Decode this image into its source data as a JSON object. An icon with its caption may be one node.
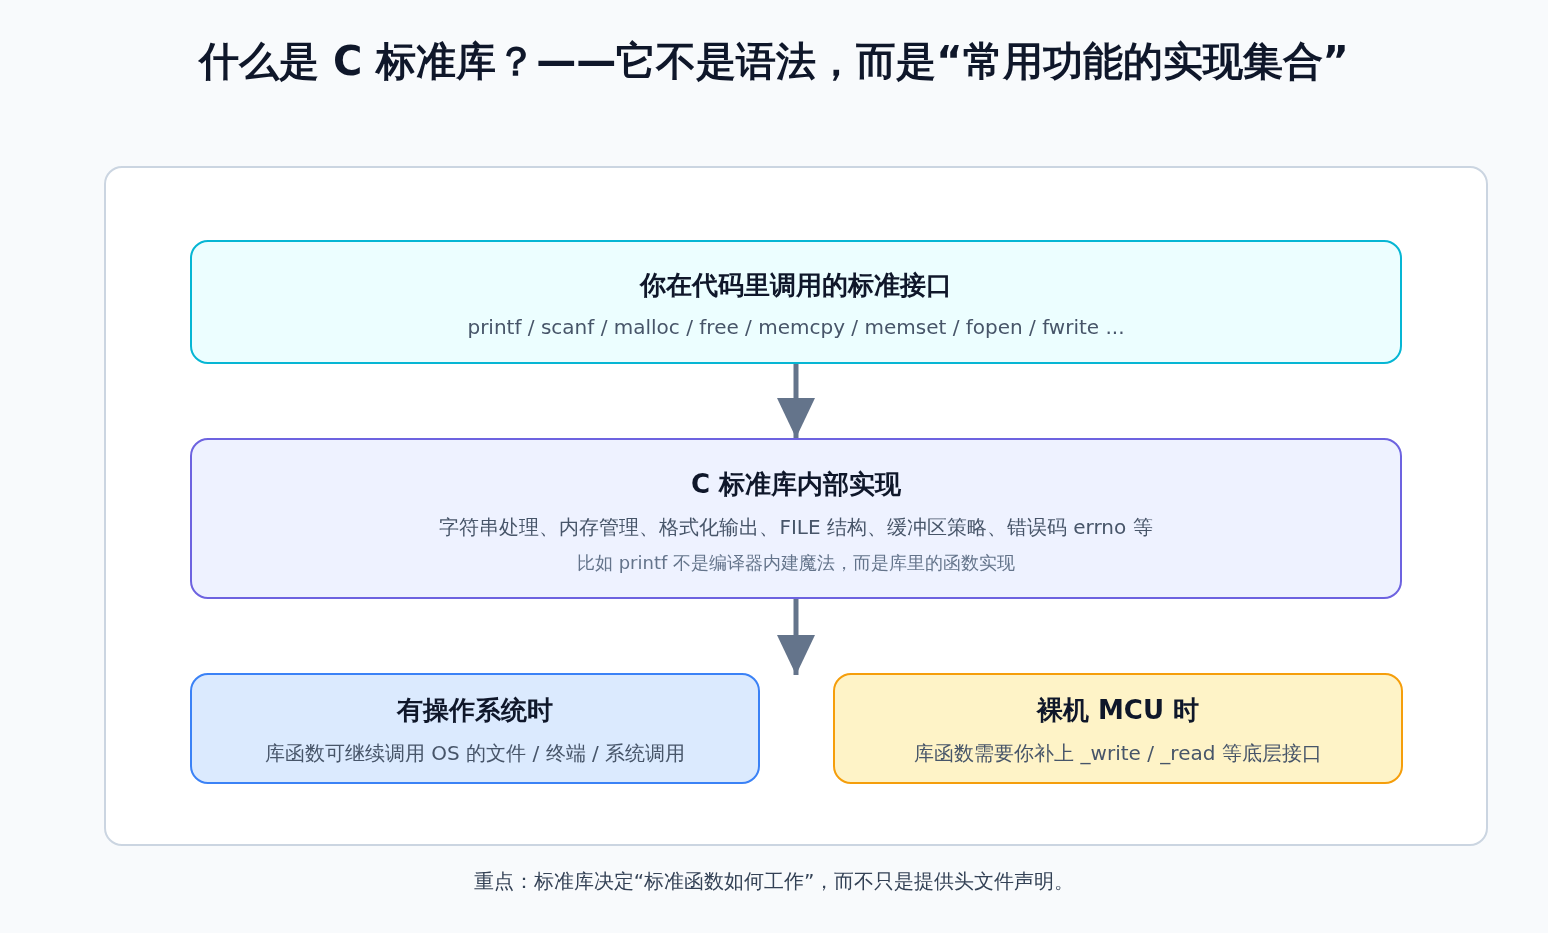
{
  "diagram": {
    "title": "什么是 C 标准库？——它不是语法，而是“常用功能的实现集合”",
    "caption": "重点：标准库决定“标准函数如何工作”，而不只是提供头文件声明。",
    "nodes": [
      {
        "text": [],
        "shape": "box"
      },
      {
        "text": [
          "你在代码里调用的标准接口",
          "printf / scanf / malloc / free / memcpy / memset / fopen / fwrite ..."
        ],
        "in": 0
      },
      {
        "text": [
          "C 标准库内部实现",
          "字符串处理、内存管理、格式化输出、FILE 结构、缓冲区策略、错误码 errno 等",
          "比如 printf 不是编译器内建魔法，而是库里的函数实现"
        ],
        "in": 0
      },
      {
        "text": [
          "有操作系统时",
          "库函数可继续调用 OS 的文件 / 终端 / 系统调用"
        ],
        "in": 0
      },
      {
        "text": [
          "裸机 MCU 时",
          "库函数需要你补上 _write / _read 等底层接口"
        ],
        "in": 0
      }
    ],
    "edges": [
      {
        "from": 1,
        "to": 2,
        "arrow": "to"
      },
      {
        "from": 2,
        "to": 3,
        "arrow": "to"
      },
      {
        "from": 2,
        "to": 4,
        "arrow": "to"
      }
    ]
  }
}
